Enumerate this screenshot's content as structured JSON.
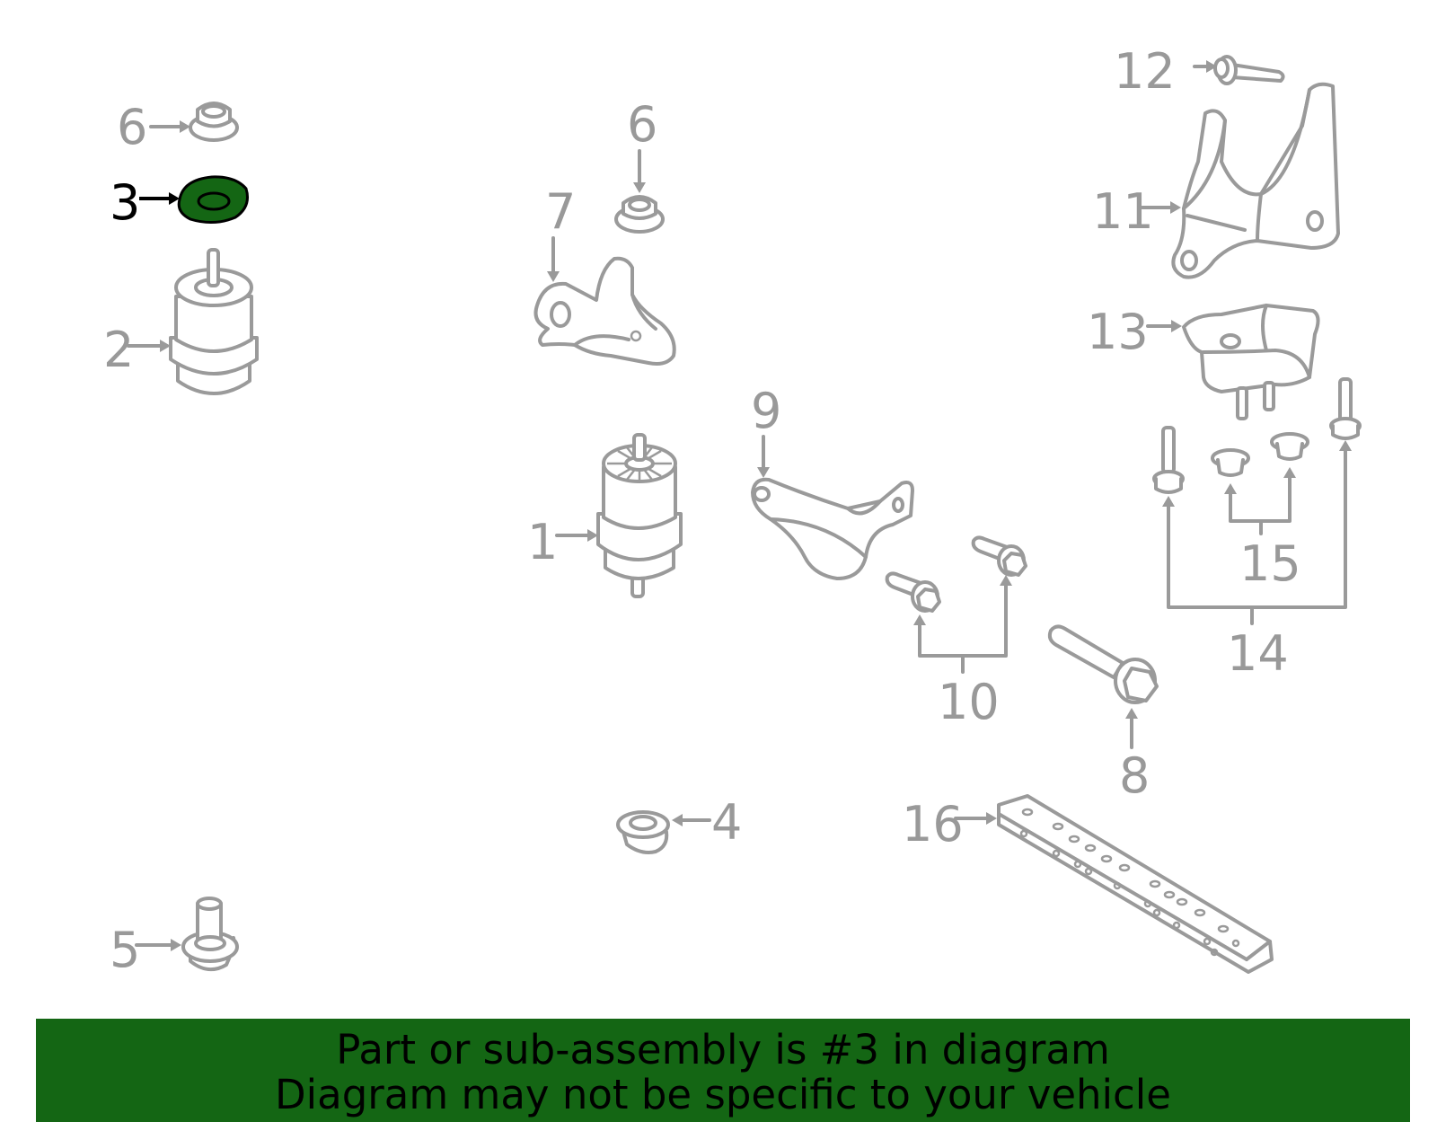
{
  "diagram": {
    "labels": {
      "p1": "1",
      "p2": "2",
      "p3": "3",
      "p4": "4",
      "p5": "5",
      "p6a": "6",
      "p6b": "6",
      "p7": "7",
      "p8": "8",
      "p9": "9",
      "p10": "10",
      "p11": "11",
      "p12": "12",
      "p13": "13",
      "p14": "14",
      "p15": "15",
      "p16": "16"
    },
    "highlighted_part": "3",
    "colors": {
      "highlight": "#146614",
      "parts": "#9a9a9a",
      "labels": "#999999"
    }
  },
  "banner": {
    "line1": "Part or sub-assembly is #3 in diagram",
    "line2": "Diagram may not be specific to your vehicle",
    "color": "#146614"
  }
}
